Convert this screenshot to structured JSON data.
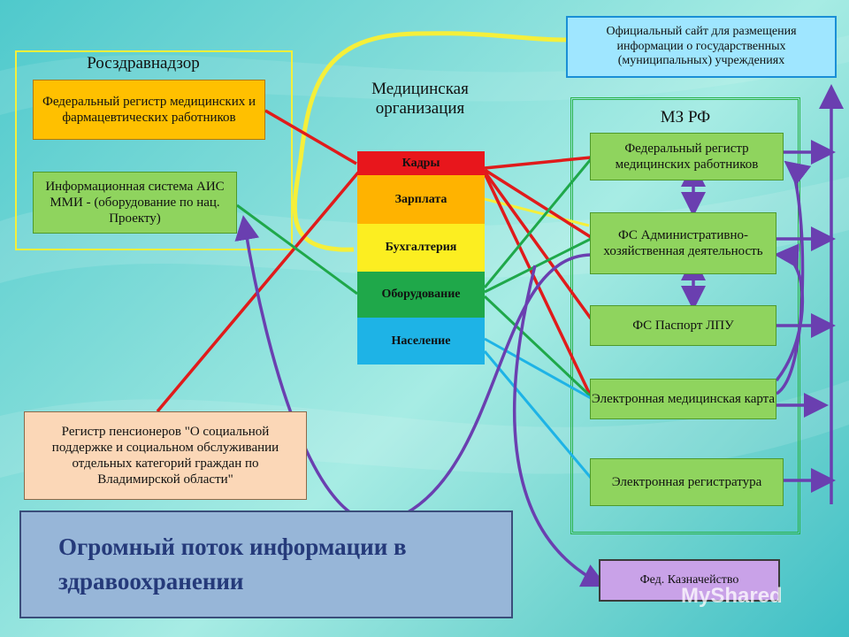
{
  "roszdrav": {
    "title": "Росздравнадзор",
    "box1": "Федеральный регистр медицинских и фармацевтических работников",
    "box2": "Информационная система АИС ММИ - (оборудование по нац. Проекту)"
  },
  "medorg": {
    "title_line1": "Медицинская",
    "title_line2": "организация",
    "layers": [
      "Кадры",
      "Зарплата",
      "Бухгалтерия",
      "Оборудование",
      "Население"
    ]
  },
  "official_site": "Официальный сайт для размещения информации о государственных (муниципальных) учреждениях",
  "mzrf": {
    "title": "МЗ РФ",
    "items": [
      "Федеральный регистр медицинских работников",
      "ФС Административно-хозяйственная деятельность",
      "ФС Паспорт ЛПУ",
      "Электронная медицинская карта",
      "Электронная регистратура"
    ]
  },
  "pension_register": "Регистр пенсионеров \"О социальной поддержке и социальном обслуживании отдельных категорий граждан по Владимирской области\"",
  "treasury": "Фед. Казначейство",
  "banner_line1": "Огромный поток информации в",
  "banner_line2": "здравоохранении",
  "watermark": "MyShared",
  "colors": {
    "red": "#e01b1b",
    "green": "#1fa84a",
    "cyan": "#1eb3e6",
    "purple": "#6a3fb0",
    "yellow": "#f5ef3a"
  }
}
